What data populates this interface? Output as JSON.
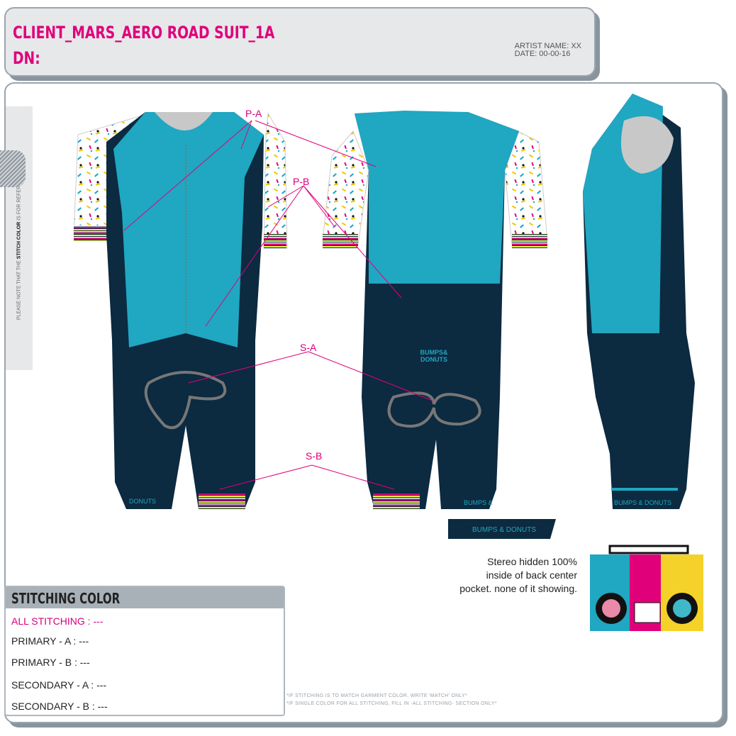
{
  "header": {
    "title": "CLIENT_MARS_AERO ROAD SUIT_1A",
    "dn": "DN:",
    "artist": "ARTIST NAME: XX",
    "date": "DATE: 00-00-16"
  },
  "side_note": {
    "before": "PLEASE NOTE THAT THE ",
    "bold": "STITCH COLOR",
    "after": " IS FOR REFERENCE ONLY."
  },
  "callouts": {
    "pa": "P-A",
    "pb": "P-B",
    "sa": "S-A",
    "sb": "S-B"
  },
  "branding": {
    "front_leg": "DONUTS",
    "back_leg": "BUMPS &",
    "side_leg": "BUMPS & DONUTS",
    "badge": "BUMPS & DONUTS",
    "back_logo_1": "BUMPS&",
    "back_logo_2": "DONUTS"
  },
  "stereo_note": [
    "Stereo hidden 100%",
    "inside of back center",
    "pocket. none of it showing."
  ],
  "stitching": {
    "heading": "STITCHING COLOR",
    "all": "ALL STITCHING : ---",
    "primary_a": "PRIMARY - A : ---",
    "primary_b": "PRIMARY - B :  ---",
    "secondary_a": "SECONDARY - A : ---",
    "secondary_b": "SECONDARY - B : ---"
  },
  "footnotes": [
    "*IF STITCHING IS TO MATCH GARMENT COLOR, WRITE 'MATCH' ONLY*",
    "*IF SINGLE COLOR FOR ALL STITCHING, FILL IN -ALL STITCHING- SECTION ONLY*"
  ],
  "colors": {
    "teal": "#20a7c1",
    "navy": "#0c2a40",
    "accent": "#e0007a",
    "grey": "#9ba5ae"
  }
}
